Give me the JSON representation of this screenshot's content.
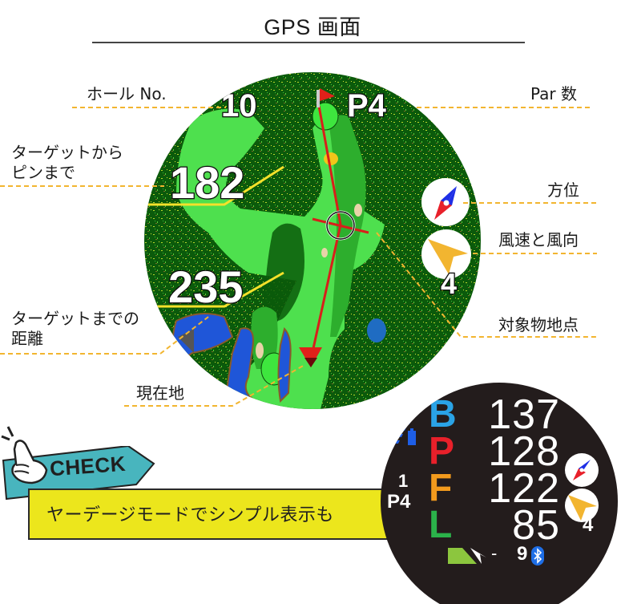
{
  "title": "GPS 画面",
  "callouts": {
    "hole_no": "ホール No.",
    "target_to_pin_1": "ターゲットから",
    "target_to_pin_2": "ピンまで",
    "distance_to_target_1": "ターゲットまでの",
    "distance_to_target_2": "距離",
    "current_location": "現在地",
    "par": "Par 数",
    "direction": "方位",
    "wind": "風速と風向",
    "object_point": "対象物地点"
  },
  "gps_map": {
    "hole_number": "10",
    "par": "P4",
    "target_to_pin": "182",
    "distance_to_target": "235",
    "wind_speed": "4"
  },
  "check": {
    "badge": "CHECK",
    "message": "ヤーデージモードでシンプル表示も"
  },
  "yardage_watch": {
    "rows": [
      {
        "letter": "B",
        "value": "137",
        "color": "#2aa3e6"
      },
      {
        "letter": "P",
        "value": "128",
        "color": "#e8202a"
      },
      {
        "letter": "F",
        "value": "122",
        "color": "#f29a1d"
      },
      {
        "letter": "L",
        "value": "85",
        "color": "#2bb24a"
      }
    ],
    "hole_number": "1",
    "par": "P4",
    "wind_speed": "4",
    "status_dash": "-",
    "status_number": "9"
  },
  "colors": {
    "leader": "#f2b530",
    "rough_dark": "#0b5a0b",
    "fairway": "#4ee04e",
    "fairway_dark": "#2dae2d",
    "water": "#1f56d8",
    "flag": "#e0201a",
    "watch_bg": "#231c1c",
    "check_teal": "#48b5be",
    "check_yellow": "#ece61c"
  }
}
